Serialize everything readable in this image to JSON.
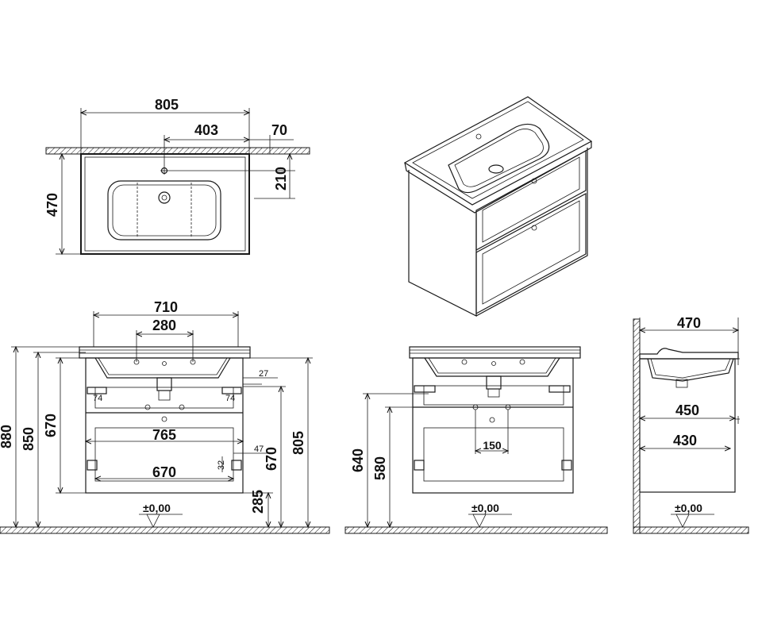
{
  "top_view": {
    "width": "805",
    "tap_offset": "403",
    "wall_offset": "70",
    "tap_depth": "210",
    "depth": "470"
  },
  "front_view": {
    "basin_width": "710",
    "tap_spacing": "280",
    "total_height": "880",
    "height_850": "850",
    "cabinet_height": "670",
    "dim_27": "27",
    "dim_74_left": "74",
    "dim_74_right": "74",
    "drawer_width": "765",
    "dim_47": "47",
    "dim_32": "32",
    "inner_width": "670",
    "inner_height": "670",
    "height_805": "805",
    "height_285": "285",
    "floor_level": "±0,00"
  },
  "middle_view": {
    "height_640": "640",
    "height_580": "580",
    "dim_150": "150",
    "floor_level": "±0,00"
  },
  "side_view": {
    "depth": "470",
    "depth_450": "450",
    "depth_430": "430",
    "floor_level": "±0,00"
  }
}
